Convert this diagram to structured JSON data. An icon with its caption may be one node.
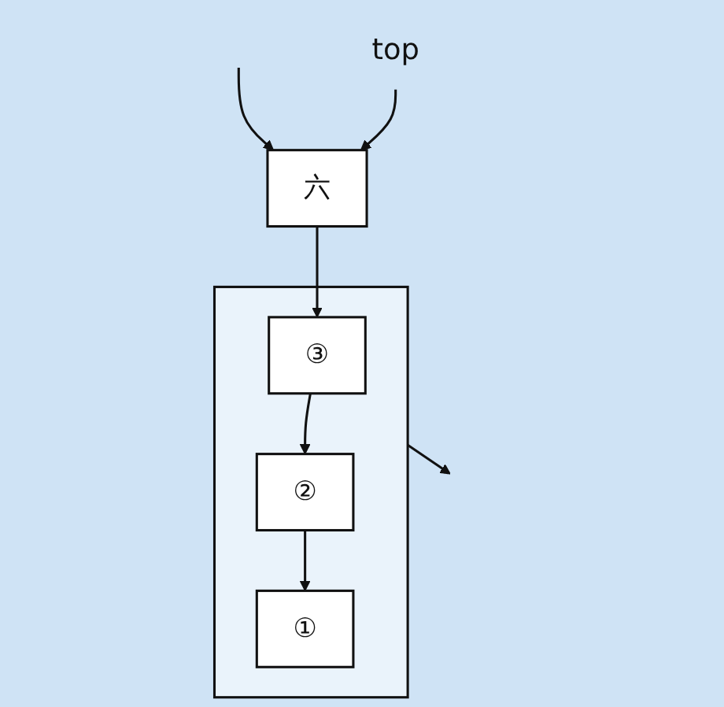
{
  "diagram": {
    "nodes": [
      {
        "text": [
          "六"
        ]
      },
      {
        "text": [],
        "shape": "box"
      },
      {
        "text": [
          "③"
        ],
        "in": 1
      },
      {
        "text": [
          "②"
        ],
        "in": 1
      },
      {
        "text": [
          "①"
        ],
        "in": 1
      },
      {
        "text": [
          "top"
        ]
      }
    ],
    "edges": [
      {
        "from": null,
        "to": 0,
        "arrow": "to"
      },
      {
        "from": 5,
        "to": 0,
        "arrow": "to"
      },
      {
        "from": 0,
        "to": 2,
        "arrow": "to"
      },
      {
        "from": 2,
        "to": 3,
        "arrow": "to"
      },
      {
        "from": 3,
        "to": 4,
        "arrow": "to"
      },
      {
        "from": 1,
        "to": null,
        "arrow": "to"
      }
    ]
  }
}
